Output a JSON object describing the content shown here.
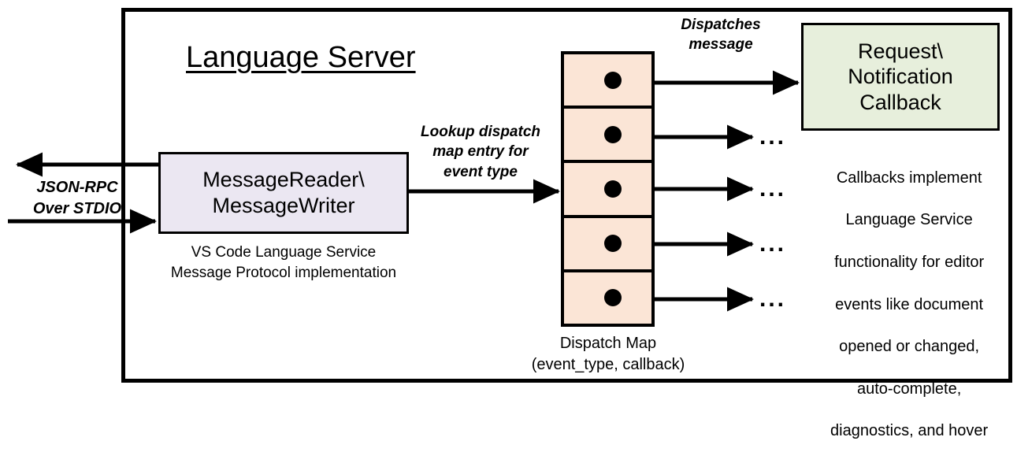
{
  "diagram": {
    "title": "Language Server",
    "frame": {
      "label": "language-server-boundary"
    }
  },
  "protocol": {
    "label_line1": "JSON-RPC",
    "label_line2": "Over STDIO",
    "label": "JSON-RPC\nOver STDIO",
    "outbound_arrow": "arrow-left-out",
    "inbound_arrow": "arrow-right-in"
  },
  "message_io": {
    "box_label": "MessageReader\\\nMessageWriter",
    "box_label_line1": "MessageReader\\",
    "box_label_line2": "MessageWriter",
    "caption": "VS Code Language Service\nMessage Protocol implementation",
    "caption_line1": "VS Code Language Service",
    "caption_line2": "Message Protocol implementation",
    "fill_color": "#EBE7F2"
  },
  "lookup": {
    "label": "Lookup dispatch\nmap entry for\nevent type",
    "line1": "Lookup dispatch",
    "line2": "map entry for",
    "line3": "event type"
  },
  "dispatch_map": {
    "caption": "Dispatch Map\n(event_type, callback)",
    "caption_line1": "Dispatch Map",
    "caption_line2": "(event_type, callback)",
    "fill_color": "#FBE5D6",
    "cell_count": 5,
    "entries": [
      {
        "index": 0,
        "dot": "callback-pointer-dot",
        "target": "request-notification-callback"
      },
      {
        "index": 1,
        "dot": "callback-pointer-dot",
        "target": "ellipsis"
      },
      {
        "index": 2,
        "dot": "callback-pointer-dot",
        "target": "ellipsis"
      },
      {
        "index": 3,
        "dot": "callback-pointer-dot",
        "target": "ellipsis"
      },
      {
        "index": 4,
        "dot": "callback-pointer-dot",
        "target": "ellipsis"
      }
    ]
  },
  "dispatch_arrow": {
    "label": "Dispatches\nmessage",
    "line1": "Dispatches",
    "line2": "message"
  },
  "callback": {
    "box_label": "Request\\\nNotification\nCallback",
    "box_label_line1": "Request\\",
    "box_label_line2": "Notification",
    "box_label_line3": "Callback",
    "fill_color": "#E7EFDC",
    "caption": "Callbacks implement\nLanguage Service\nfunctionality for editor\nevents like document\nopened or changed,\nauto-complete,\ndiagnostics, and hover",
    "caption_lines": [
      "Callbacks implement",
      "Language Service",
      "functionality for editor",
      "events like document",
      "opened or changed,",
      "auto-complete,",
      "diagnostics, and hover"
    ]
  },
  "ellipses": {
    "glyph": "..."
  },
  "colors": {
    "stroke": "#000000",
    "background": "#FFFFFF",
    "lavender": "#EBE7F2",
    "peach": "#FBE5D6",
    "green": "#E7EFDC"
  }
}
